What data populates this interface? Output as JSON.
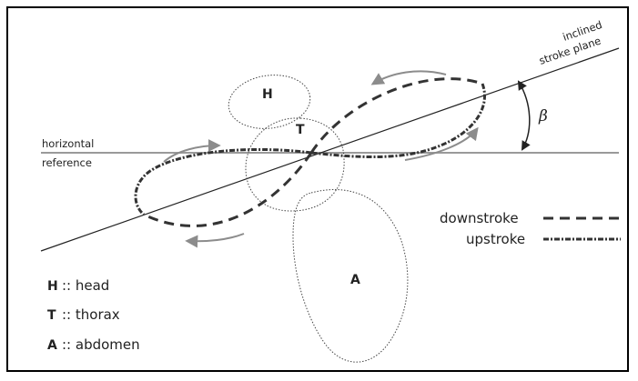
{
  "colors": {
    "line": "#222222",
    "reference": "#9a9a9a",
    "arrow_grey": "#8c8c8c"
  },
  "labels": {
    "horizontal_reference": [
      "horizontal",
      "reference"
    ],
    "inclined_stroke_plane": [
      "inclined",
      "stroke plane"
    ],
    "beta": "β",
    "head_letter": "H",
    "thorax_letter": "T",
    "abdomen_letter": "A"
  },
  "legend": {
    "downstroke": "downstroke",
    "upstroke": "upstroke"
  },
  "key": [
    {
      "letter": "H",
      "text": ":: head"
    },
    {
      "letter": "T",
      "text": ":: thorax"
    },
    {
      "letter": "A",
      "text": ":: abdomen"
    }
  ]
}
